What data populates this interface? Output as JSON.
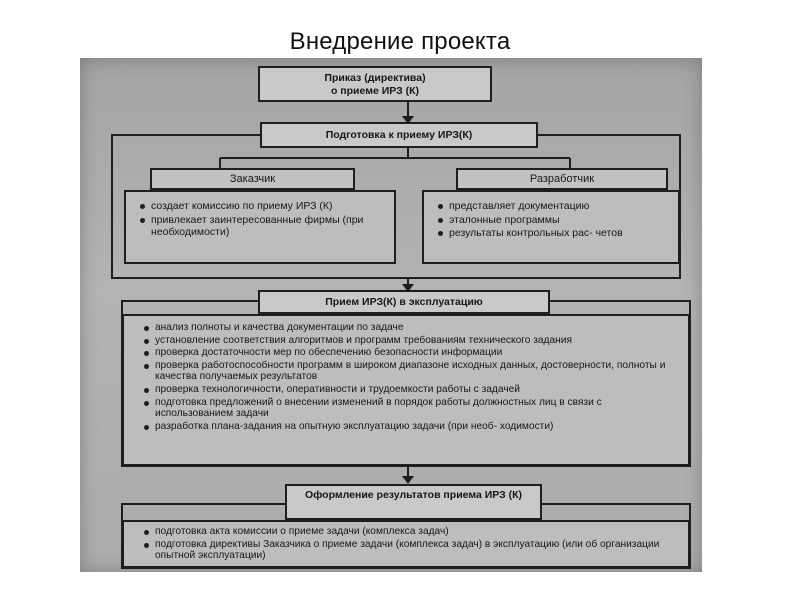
{
  "slide": {
    "title": "Внедрение проекта"
  },
  "diagram": {
    "order": {
      "line1": "Приказ (директива)",
      "line2": "о приеме ИРЗ (К)"
    },
    "prep": {
      "title": "Подготовка к приему ИРЗ(К)"
    },
    "customer": {
      "title": "Заказчик",
      "items": [
        "создает комиссию по приему ИРЗ (К)",
        "привлекает заинтересованные фирмы (при необходимости)"
      ]
    },
    "developer": {
      "title": "Разработчик",
      "items": [
        "представляет документацию",
        "эталонные программы",
        "результаты контрольных рас- четов"
      ]
    },
    "acceptance": {
      "title": "Прием ИРЗ(К) в эксплуатацию",
      "items": [
        "анализ полноты и качества документации по задаче",
        "установление соответствия алгоритмов и программ требованиям технического задания",
        "проверка достаточности мер по обеспечению безопасности информации",
        "проверка работоспособности программ в широком диапазоне исходных данных, достоверности, полноты и качества получаемых результатов",
        "проверка технологичности, оперативности и трудоемкости работы с задачей",
        "подготовка предложений о внесении изменений в порядок работы должностных лиц в связи с использованием задачи",
        "разработка плана-задания на опытную эксплуатацию задачи (при необ- ходимости)"
      ]
    },
    "results": {
      "title": "Оформление результатов приема ИРЗ (К)",
      "items": [
        "подготовка акта комиссии о приеме задачи (комплекса задач)",
        "подготовка директивы Заказчика о приеме задачи (комплекса задач) в эксплуатацию (или об организации опытной эксплуатации)"
      ]
    }
  }
}
